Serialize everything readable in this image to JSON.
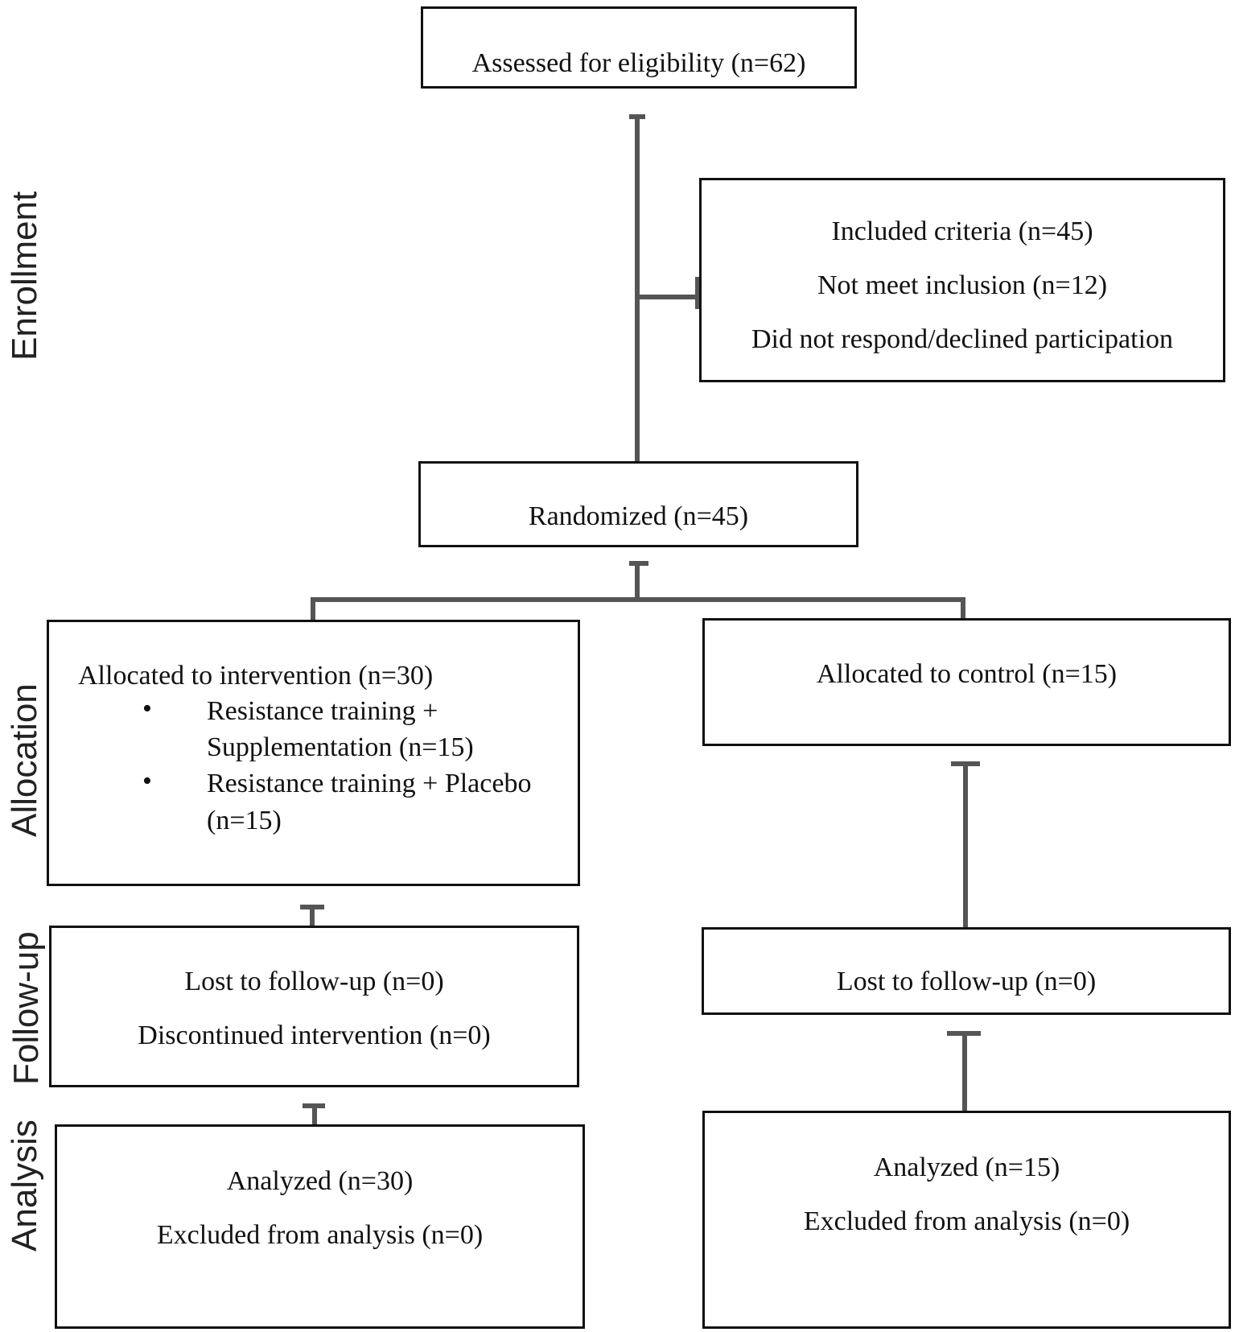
{
  "stages": {
    "enrollment": "Enrollment",
    "allocation": "Allocation",
    "follow_up": "Follow-up",
    "analysis": "Analysis"
  },
  "enrollment": {
    "assessed": "Assessed for eligibility (n=62)",
    "exclusion": {
      "included": "Included criteria (n=45)",
      "not_meet": "Not meet inclusion (n=12)",
      "declined": "Did not respond/declined participation"
    },
    "randomized": "Randomized (n=45)"
  },
  "allocation": {
    "intervention": {
      "title": "Allocated to intervention (n=30)",
      "bullets": [
        {
          "line1": "Resistance training +",
          "line2": "Supplementation (n=15)"
        },
        {
          "line1": "Resistance training + Placebo",
          "line2": "(n=15)"
        }
      ]
    },
    "control": {
      "title": "Allocated to control (n=15)"
    }
  },
  "follow_up": {
    "intervention": {
      "lost": "Lost to follow-up (n=0)",
      "discontinued": "Discontinued intervention (n=0)"
    },
    "control": {
      "lost": "Lost to follow-up (n=0)"
    }
  },
  "analysis": {
    "intervention": {
      "analyzed": "Analyzed (n=30)",
      "excluded": "Excluded from analysis (n=0)"
    },
    "control": {
      "analyzed": "Analyzed (n=15)",
      "excluded": "Excluded from analysis (n=0)"
    }
  }
}
